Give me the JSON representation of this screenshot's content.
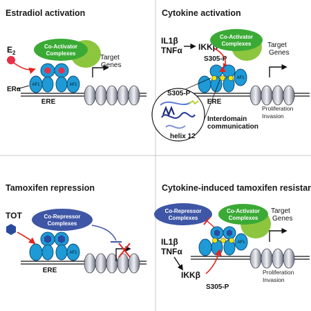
{
  "panels": {
    "estradiol": {
      "title": "Estradiol activation",
      "ligand": "E",
      "ligand_sub": "2",
      "complex": [
        "Co-Activator",
        "Complexes"
      ],
      "af_label": "AF1",
      "er_label": "ERα",
      "element": "ERE",
      "target": [
        "Target",
        "Genes"
      ]
    },
    "cytokine": {
      "title": "Cytokine activation",
      "il": "IL1β",
      "tnf": "TNFα",
      "ikk": "IKKβ",
      "s305": "S305-P",
      "complex": [
        "Co-Activator",
        "Complexes"
      ],
      "af_label": "AF1",
      "element": "ERE",
      "target": [
        "Target",
        "Genes"
      ],
      "outcome": [
        "Proliferation",
        "Invasion"
      ],
      "inset_s305": "S305-P",
      "inset_helix": "helix 12",
      "comm": [
        "Interdomain",
        "communication"
      ]
    },
    "tamoxifen": {
      "title": "Tamoxifen repression",
      "tot": "TOT",
      "complex": [
        "Co-Repressor",
        "Complexes"
      ],
      "af_label": "AF1",
      "element": "ERE"
    },
    "resistance": {
      "title": "Cytokine-induced tamoxifen resistance",
      "repressor": [
        "Co-Repressor",
        "Complexes"
      ],
      "activator": [
        "Co-Activator",
        "Complexes"
      ],
      "il": "IL1β",
      "tnf": "TNFα",
      "ikk": "IKKβ",
      "s305": "S305-P",
      "af_label": "AF1",
      "target": [
        "Target",
        "Genes"
      ],
      "outcome": [
        "Proliferation",
        "Invasion"
      ]
    }
  },
  "colors": {
    "er_blue": "#1e9ad6",
    "repressor_blue": "#3f56a6",
    "activator_green": "#3aaa35",
    "activator_light": "#8cc63f",
    "ligand_red": "#e8304a",
    "tot_blue": "#2a4aa0",
    "phospho_yellow": "#f2e500",
    "arrow_red": "#e52420"
  }
}
